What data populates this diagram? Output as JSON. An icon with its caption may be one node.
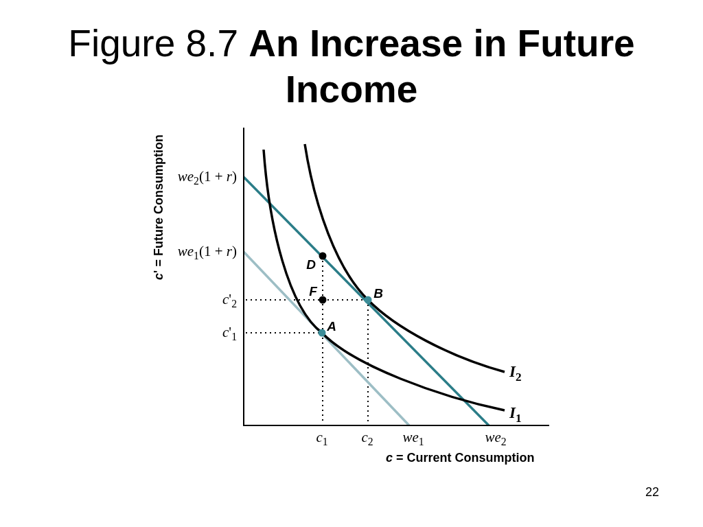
{
  "diagram": {
    "title": "Figure 8.7 **An Increase in Future Income**",
    "labels": [
      "*c*' = Future Consumption",
      "*we*$_{2}$(1 + *r*)",
      "*we*$_{1}$(1 + *r*)",
      "D",
      "F",
      "*c*'$_{2}$",
      "B",
      "*c*'$_{1}$",
      "A",
      "*I*$_{2}$",
      "*I*$_{1}$",
      "*c*$_{1}$",
      "*c*$_{2}$",
      "*we*$_{1}$",
      "*we*$_{2}$",
      "*c* = Current Consumption",
      "22"
    ]
  }
}
